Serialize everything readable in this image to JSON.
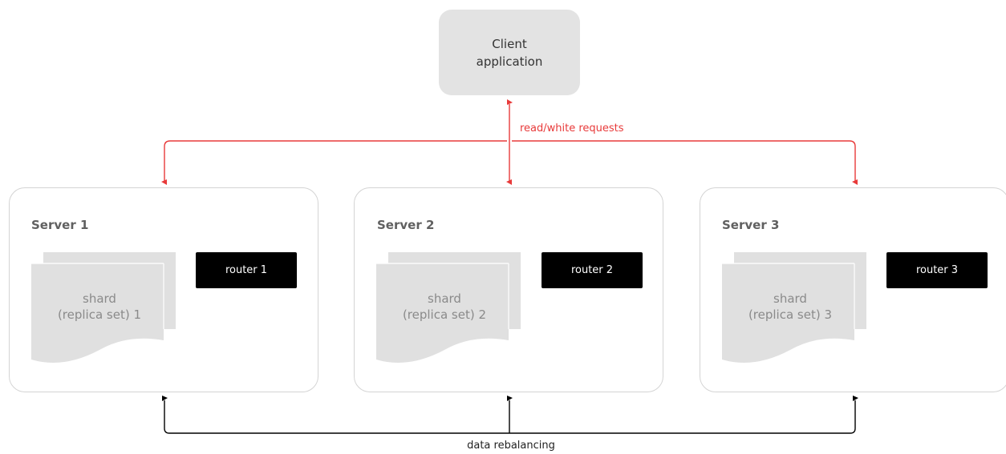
{
  "client": {
    "label_line1": "Client",
    "label_line2": "application"
  },
  "servers": [
    {
      "title": "Server 1",
      "router": "router 1",
      "shard_line1": "shard",
      "shard_line2": "(replica set) 1"
    },
    {
      "title": "Server 2",
      "router": "router 2",
      "shard_line1": "shard",
      "shard_line2": "(replica set) 2"
    },
    {
      "title": "Server 3",
      "router": "router 3",
      "shard_line1": "shard",
      "shard_line2": "(replica set) 3"
    }
  ],
  "edges": {
    "requests_label": "read/white requests",
    "rebalancing_label": "data rebalancing"
  },
  "colors": {
    "request_arrow": "#e83a3a",
    "rebalance_arrow": "#000000",
    "shard_fill": "#e0e0e0",
    "client_fill": "#e3e3e3"
  }
}
